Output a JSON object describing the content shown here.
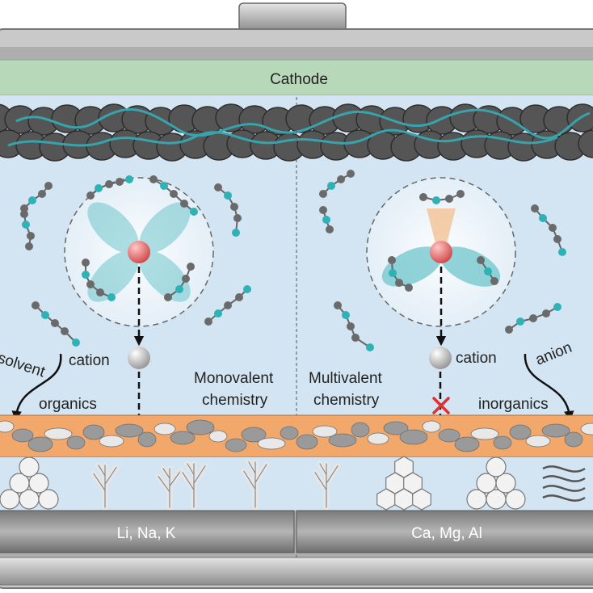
{
  "labels": {
    "cathode": "Cathode",
    "solvent": "solvent",
    "cation_left": "cation",
    "organics": "organics",
    "monovalent_1": "Monovalent",
    "monovalent_2": "chemistry",
    "multivalent_1": "Multivalent",
    "multivalent_2": "chemistry",
    "cation_right": "cation",
    "anion": "anion",
    "inorganics": "inorganics",
    "anode_left": "Li, Na, K",
    "anode_right": "Ca, Mg, Al"
  },
  "colors": {
    "cathode": "#b7d9b9",
    "electrolyte": "#d3e5f3",
    "sei": "#f3a86b",
    "cation": "#c9c9c9",
    "metal_ion": "#e06464",
    "solvent_shell": "#6fc6cc",
    "blocked": "#e03030"
  }
}
